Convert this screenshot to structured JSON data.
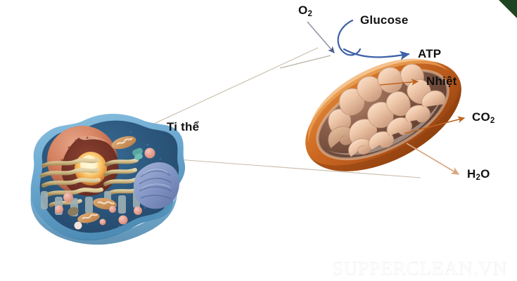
{
  "diagram": {
    "title": "Ti the (Mitochondria) cellular respiration diagram",
    "background_color": "#ffffff",
    "corner_accent_color": "#1d4521"
  },
  "labels": {
    "oxygen": "O",
    "oxygen_sub": "2",
    "glucose": "Glucose",
    "atp": "ATP",
    "heat": "Nhiệt",
    "carbon_dioxide": "CO",
    "carbon_dioxide_sub": "2",
    "water": "H",
    "water_sub": "2",
    "water_tail": "O",
    "mitochondria": "Ti thể"
  },
  "watermark": {
    "text": "SUPPERCLEAN.VN"
  },
  "colors": {
    "arrow_blue": "#3d62a8",
    "arrow_gray": "#9a9a9a",
    "arrow_orange": "#c0651f",
    "arrow_tan": "#d8a884",
    "connector_line": "#c9bba8",
    "mito_outer_membrane": "#cd6a22",
    "mito_outer_membrane_dark": "#a8501a",
    "mito_matrix": "#8f6450",
    "mito_cristae": "#efc9ae",
    "cell_membrane": "#6aa9cf",
    "cell_cytoplasm": "#2a5277",
    "nucleus_shell": "#d98b6a",
    "nucleolus": "#ffe9a8",
    "er_golden": "#cbb481",
    "golgi_blue": "#8294c4",
    "ribosome_pink": "#e8a79b"
  },
  "structures": {
    "cell": "animal-cell-cross-section",
    "mitochondrion": "mitochondrion-cutaway",
    "organelles": [
      "nucleus",
      "nucleolus",
      "rough-endoplasmic-reticulum",
      "golgi-apparatus",
      "mitochondria",
      "ribosomes",
      "vesicles"
    ]
  },
  "flow": {
    "inputs": [
      "O2",
      "Glucose"
    ],
    "outputs": [
      "ATP",
      "Nhiệt",
      "CO2",
      "H2O"
    ]
  }
}
